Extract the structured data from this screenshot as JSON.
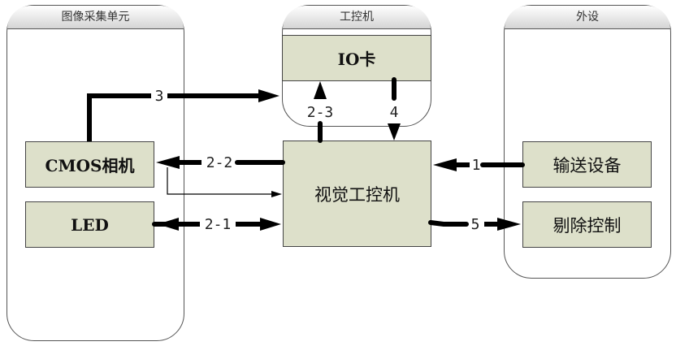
{
  "containers": {
    "image_unit": {
      "title": "图像采集单元"
    },
    "ipc": {
      "title": "工控机"
    },
    "peripheral": {
      "title": "外设"
    }
  },
  "boxes": {
    "io_card": "IO卡",
    "cmos_camera": "CMOS相机",
    "led": "LED",
    "vision_ipc": "视觉工控机",
    "conveyor": "输送设备",
    "reject_control": "剔除控制"
  },
  "connections": [
    {
      "id": "3",
      "from": "CMOS相机",
      "to": "IO卡",
      "label": "3"
    },
    {
      "id": "2-3",
      "from": "视觉工控机",
      "to": "IO卡",
      "label": "2-3"
    },
    {
      "id": "4",
      "from": "IO卡",
      "to": "视觉工控机",
      "label": "4"
    },
    {
      "id": "2-2",
      "from": "视觉工控机",
      "to": "CMOS相机",
      "label": "2-2"
    },
    {
      "id": "image",
      "from": "CMOS相机",
      "to": "视觉工控机",
      "label": ""
    },
    {
      "id": "2-1",
      "from": "视觉工控机",
      "to": "LED",
      "label": "2-1",
      "bidirectional": true
    },
    {
      "id": "1",
      "from": "输送设备",
      "to": "视觉工控机",
      "label": "1"
    },
    {
      "id": "5",
      "from": "视觉工控机",
      "to": "剔除控制",
      "label": "5"
    }
  ]
}
